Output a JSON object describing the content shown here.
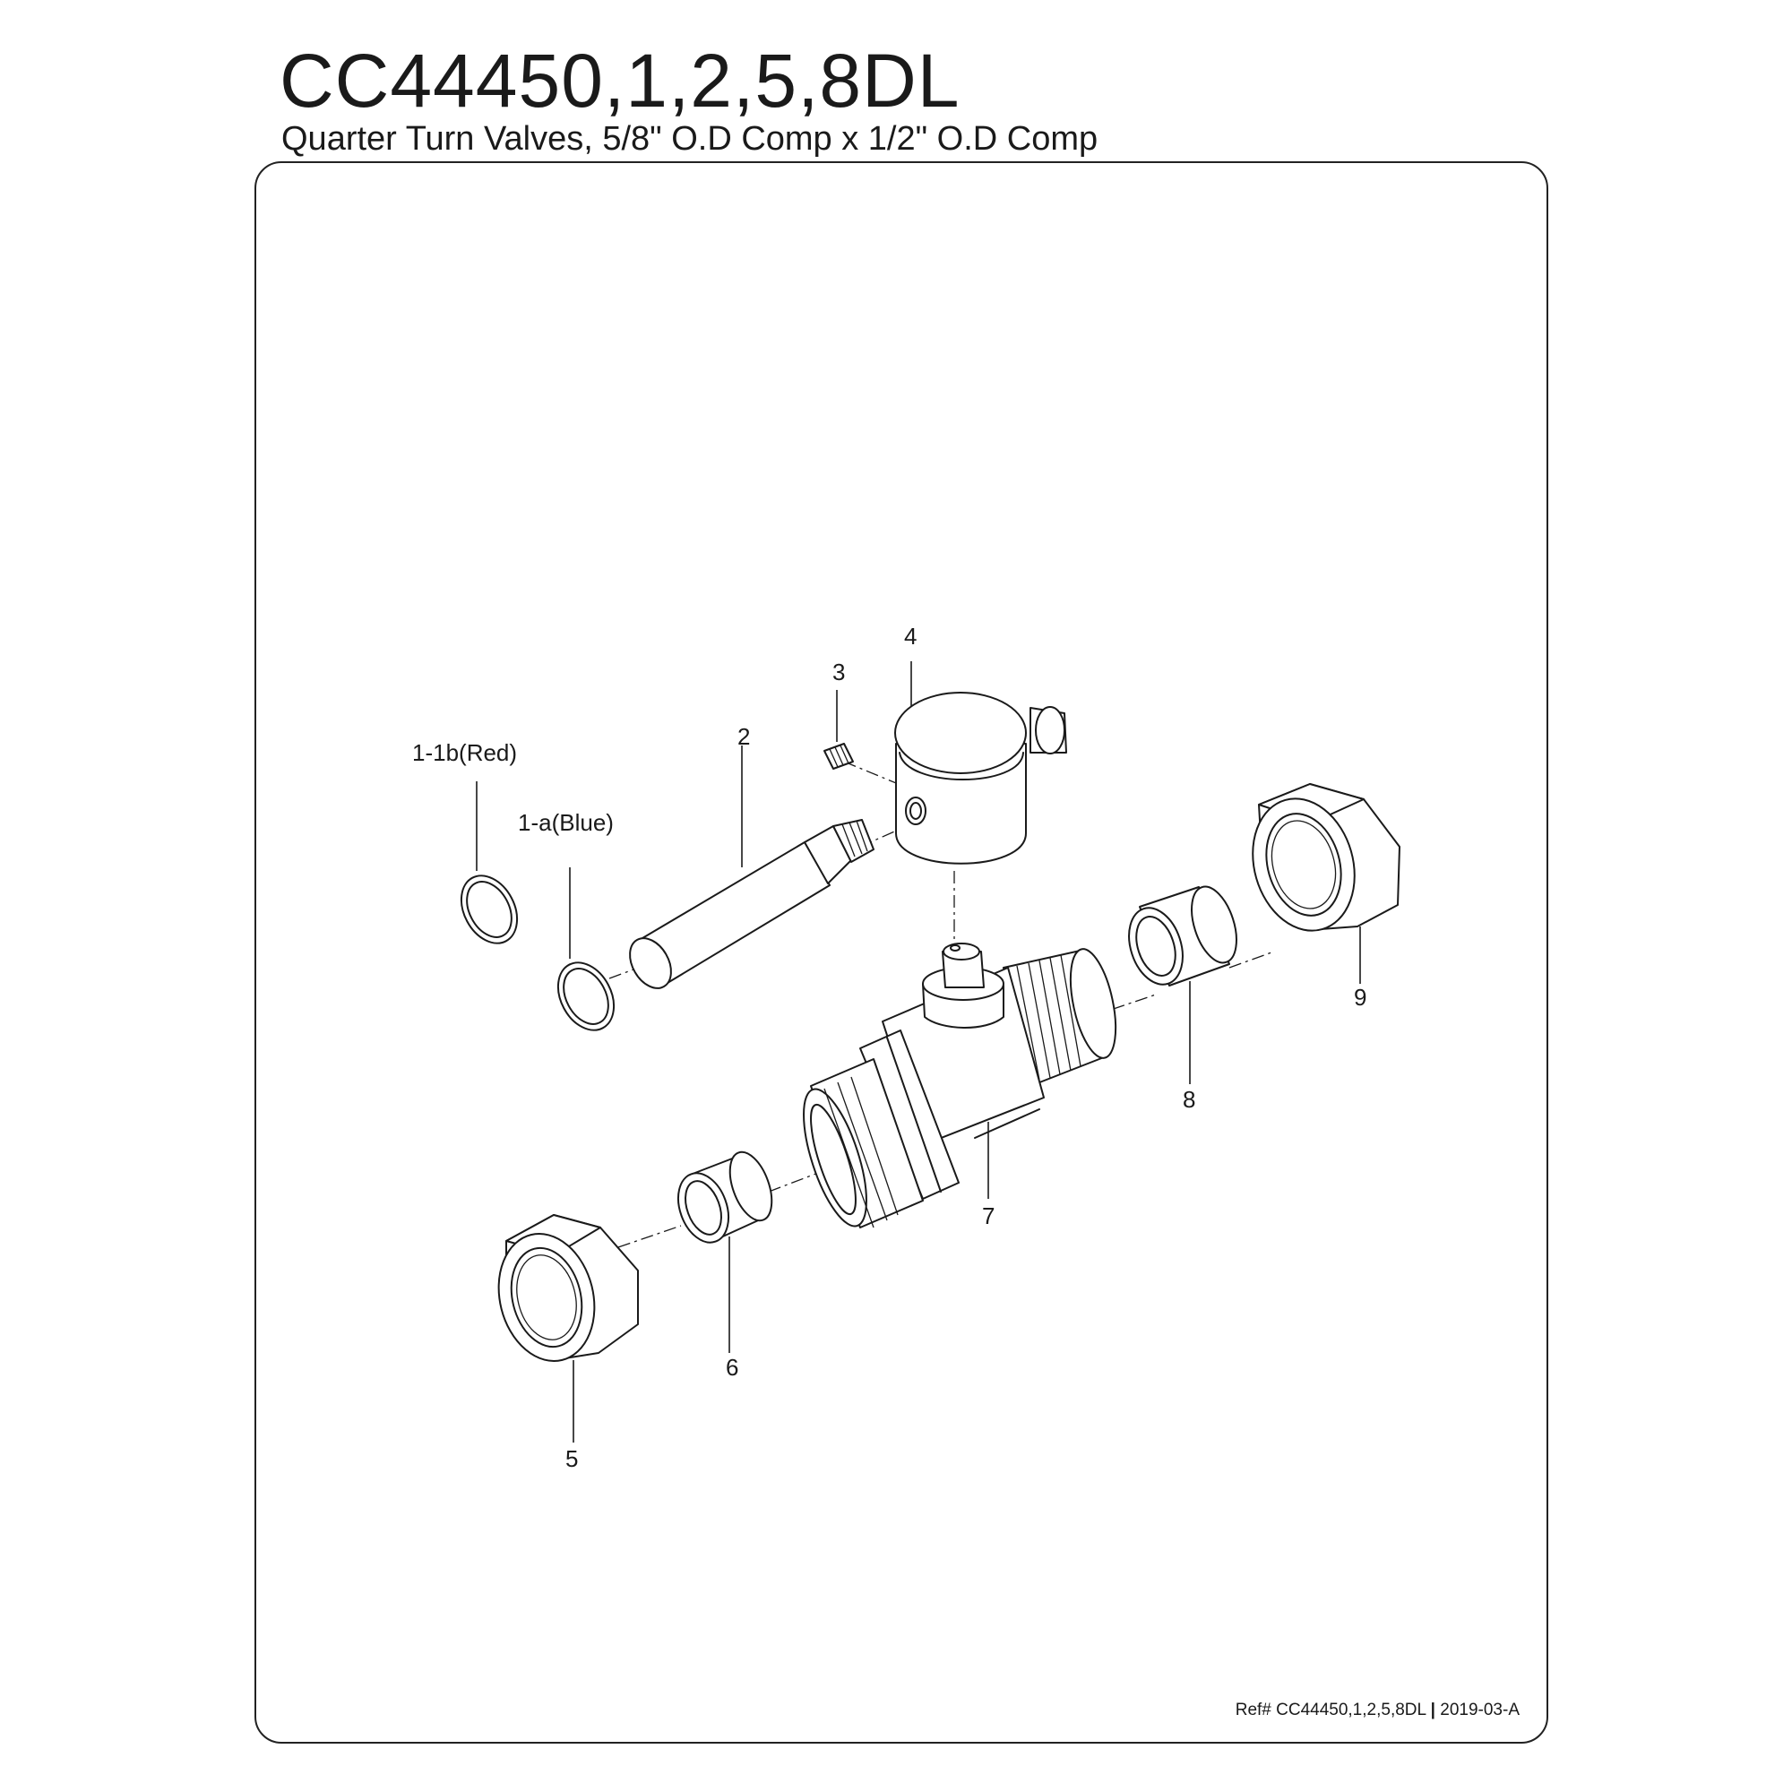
{
  "header": {
    "title": "CC44450,1,2,5,8DL",
    "subtitle": "Quarter Turn Valves, 5/8\" O.D Comp x 1/2\" O.D Comp"
  },
  "callouts": {
    "p1b": "1-1b(Red)",
    "p1a": "1-a(Blue)",
    "p2": "2",
    "p3": "3",
    "p4": "4",
    "p5": "5",
    "p6": "6",
    "p7": "7",
    "p8": "8",
    "p9": "9"
  },
  "footer": {
    "ref": "Ref# CC44450,1,2,5,8DL",
    "separator": "|",
    "revision": "2019-03-A"
  }
}
